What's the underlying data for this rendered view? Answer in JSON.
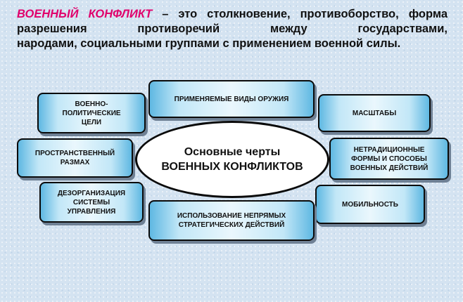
{
  "definition": {
    "term": "ВОЕННЫЙ КОНФЛИКТ",
    "line1_rest": " – это столкновение, противоборство,",
    "line2": "форма разрешения противоречий между государствами,",
    "line3": "народами, социальными группами с применением военной силы."
  },
  "diagram": {
    "center_line1": "Основные черты",
    "center_line2": "ВОЕННЫХ КОНФЛИКТОВ",
    "boxes": {
      "weapons": "ПРИМЕНЯЕМЫЕ ВИДЫ ОРУЖИЯ",
      "goals": "ВОЕННО-ПОЛИТИЧЕСКИЕ ЦЕЛИ",
      "scale": "МАСШТАБЫ",
      "spatial": "ПРОСТРАНСТВЕННЫЙ РАЗМАХ",
      "nontraditional": "НЕТРАДИЦИОННЫЕ ФОРМЫ И СПОСОБЫ ВОЕННЫХ ДЕЙСТВИЙ",
      "disorganization": "ДЕЗОРГАНИЗАЦИЯ СИСТЕМЫ УПРАВЛЕНИЯ",
      "mobility": "МОБИЛЬНОСТЬ",
      "indirect": "ИСПОЛЬЗОВАНИЕ НЕПРЯМЫХ СТРАТЕГИЧЕСКИХ ДЕЙСТВИЙ"
    }
  }
}
